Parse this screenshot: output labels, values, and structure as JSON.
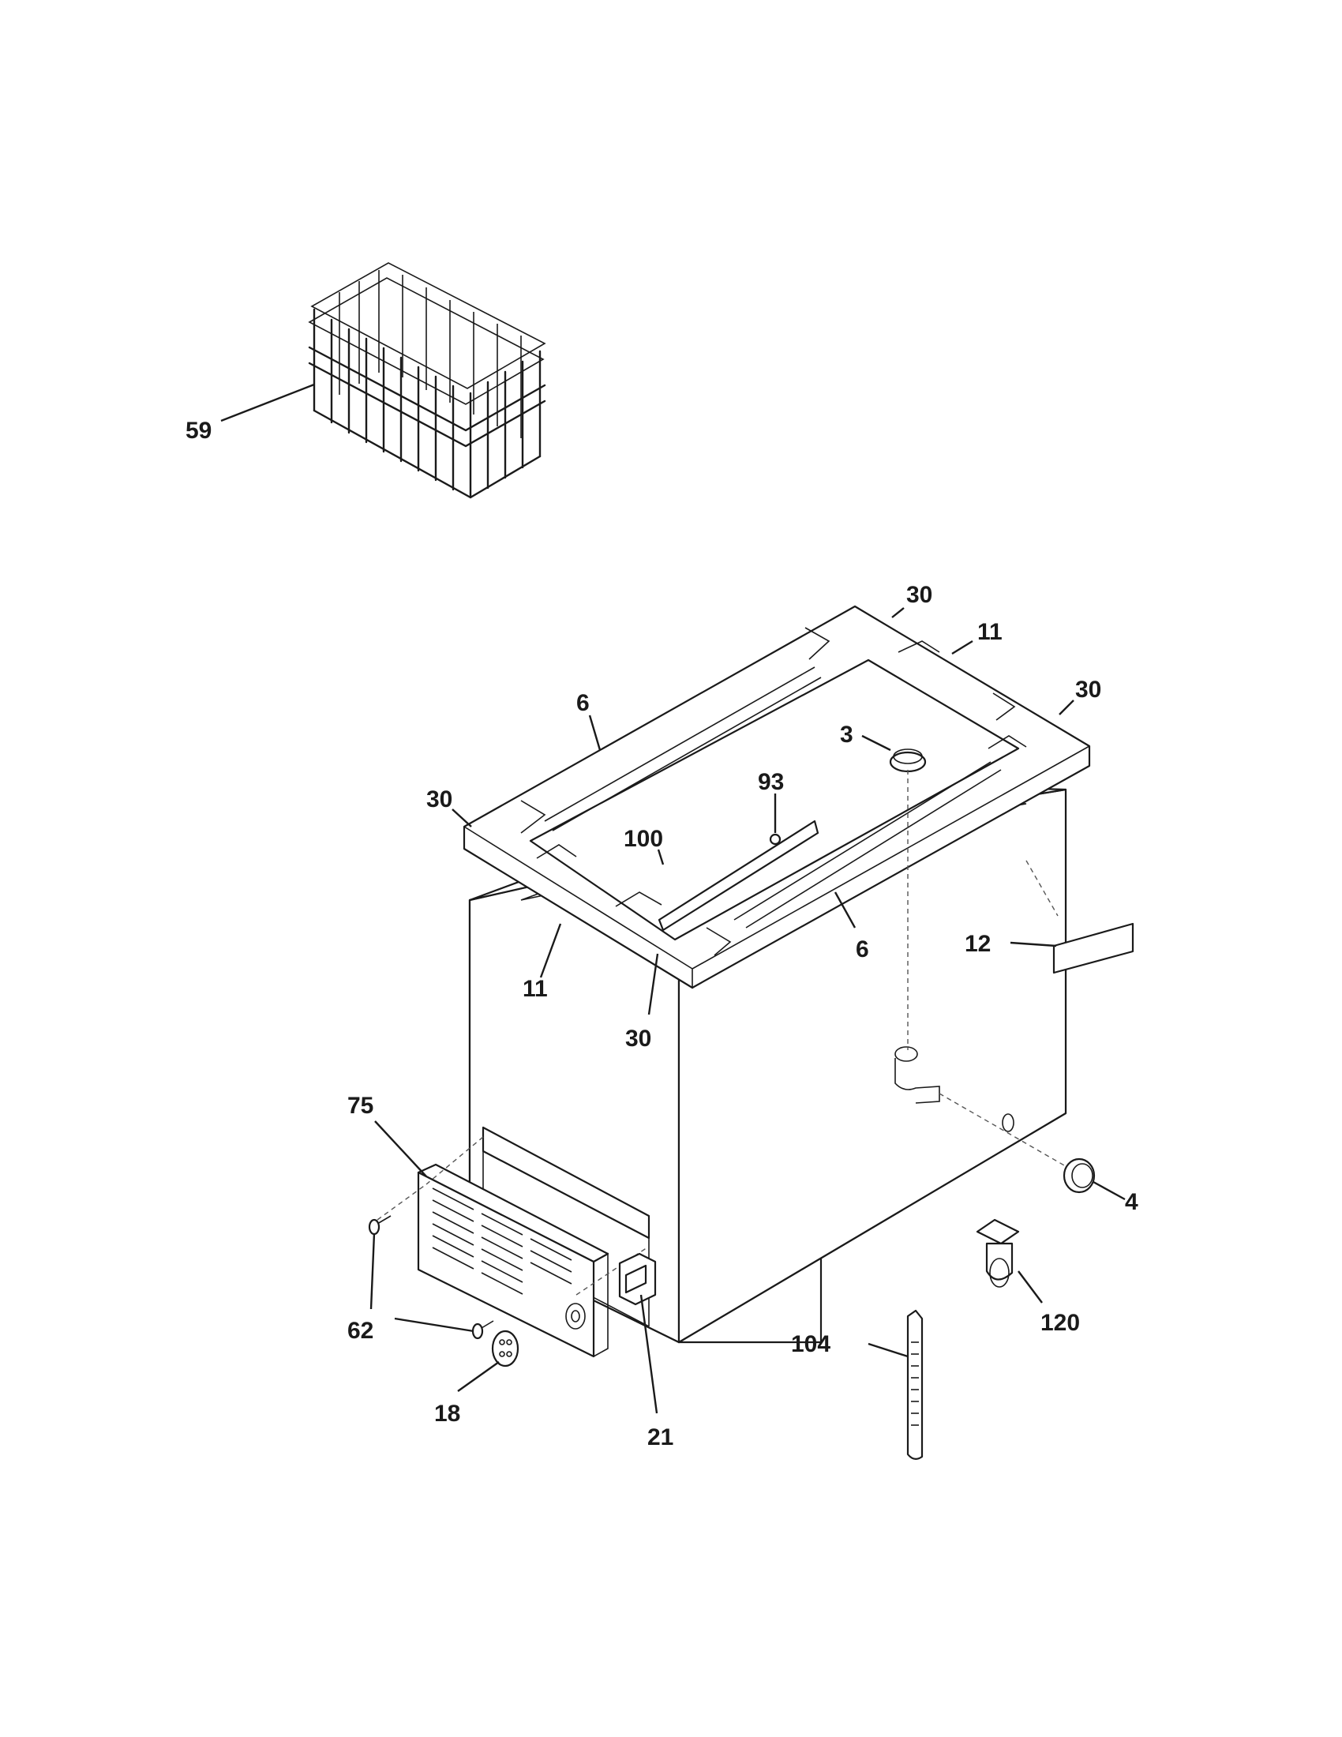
{
  "diagram": {
    "labels": {
      "l59": "59",
      "l30a": "30",
      "l11a": "11",
      "l30b": "30",
      "l6a": "6",
      "l3": "3",
      "l93": "93",
      "l30c": "30",
      "l100": "100",
      "l6b": "6",
      "l12": "12",
      "l11b": "11",
      "l30d": "30",
      "l75": "75",
      "l4": "4",
      "l62": "62",
      "l120": "120",
      "l104": "104",
      "l18": "18",
      "l21": "21"
    }
  }
}
